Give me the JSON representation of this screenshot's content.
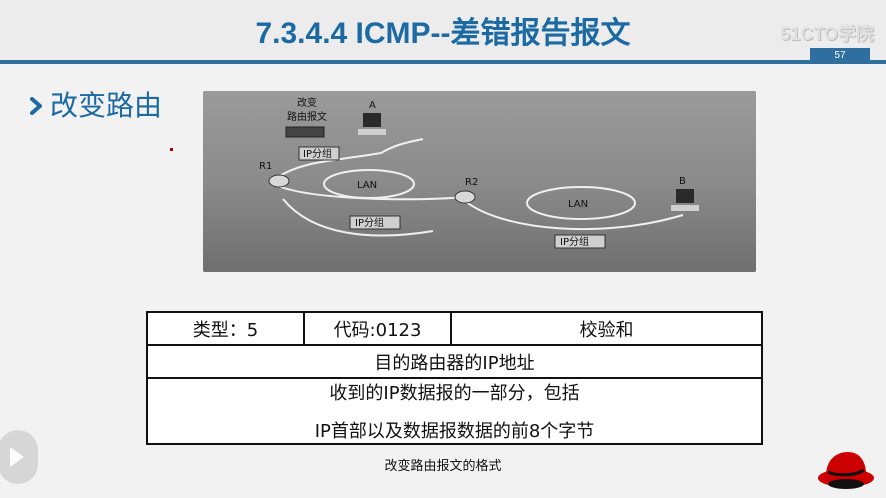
{
  "header": {
    "title": "7.3.4.4   ICMP--差错报告报文",
    "brand": "51CTO学院",
    "page": "57"
  },
  "bullet": {
    "text": "改变路由"
  },
  "photo": {
    "labels": {
      "msg_line1": "改变",
      "msg_line2": "路由报文",
      "host_a": "A",
      "host_b": "B",
      "router_r1": "R1",
      "router_r2": "R2",
      "lan_left": "LAN",
      "lan_right": "LAN",
      "ip_packet_top": "IP分组",
      "ip_packet_bottom_left": "IP分组",
      "ip_packet_bottom_right": "IP分组"
    }
  },
  "table": {
    "row1": [
      "类型：5",
      "代码:0123",
      "校验和"
    ],
    "row2": "目的路由器的IP地址",
    "row3_line1": "收到的IP数据报的一部分，包括",
    "row3_line2": "IP首部以及数据报数据的前8个字节"
  },
  "caption": "改变路由报文的格式",
  "colors": {
    "accent": "#1b6aa3",
    "rule": "#2f6f9f",
    "photo_bg": "#8f8f8f"
  },
  "icons": [
    "chevron-right-icon",
    "play-icon",
    "redhat-logo-icon"
  ]
}
